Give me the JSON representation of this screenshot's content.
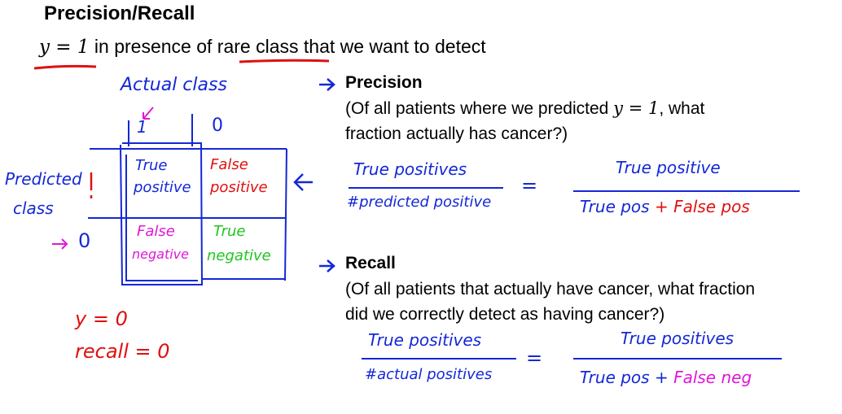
{
  "title": "Precision/Recall",
  "subtitle": {
    "math": "y = 1",
    "text_before": " in presence of ",
    "highlight": "rare class",
    "text_after": " that we want to detect"
  },
  "matrix": {
    "actual_class_label": "Actual class",
    "predicted_class_label_1": "Predicted",
    "predicted_class_label_2": "class",
    "col_1": "1",
    "col_0": "0",
    "row_0": "0",
    "cells": {
      "tp_1": "True",
      "tp_2": "positive",
      "fp_1": "False",
      "fp_2": "positive",
      "fn_1": "False",
      "fn_2": "negative",
      "tn_1": "True",
      "tn_2": "negative"
    }
  },
  "notes": {
    "y0": "y = 0",
    "recall0": "recall = 0"
  },
  "precision": {
    "heading": "Precision",
    "desc_1_pre": "(Of all patients where we predicted ",
    "desc_1_math": "y = 1",
    "desc_1_post": ", what",
    "desc_2": "fraction actually has cancer?)",
    "lhs_num": "True positives",
    "lhs_den": "#predicted positive",
    "equals": "=",
    "rhs_num": "True positive",
    "rhs_den_1": "True pos",
    "rhs_den_plus": "+",
    "rhs_den_2": "False pos"
  },
  "recall": {
    "heading": "Recall",
    "desc_1": "(Of all patients that actually have cancer, what fraction",
    "desc_2": "did we correctly detect as having cancer?)",
    "lhs_num": "True positives",
    "lhs_den": "#actual positives",
    "equals": "=",
    "rhs_num": "True positives",
    "rhs_den_1": "True pos",
    "rhs_den_plus": "+",
    "rhs_den_2": "False neg"
  },
  "colors": {
    "ink_blue": "#1428d6",
    "ink_red": "#e01010",
    "ink_magenta": "#e018d8",
    "ink_green": "#22c422"
  },
  "icons": [
    "arrow-right-icon",
    "arrow-left-icon",
    "arrow-down-left-icon"
  ]
}
